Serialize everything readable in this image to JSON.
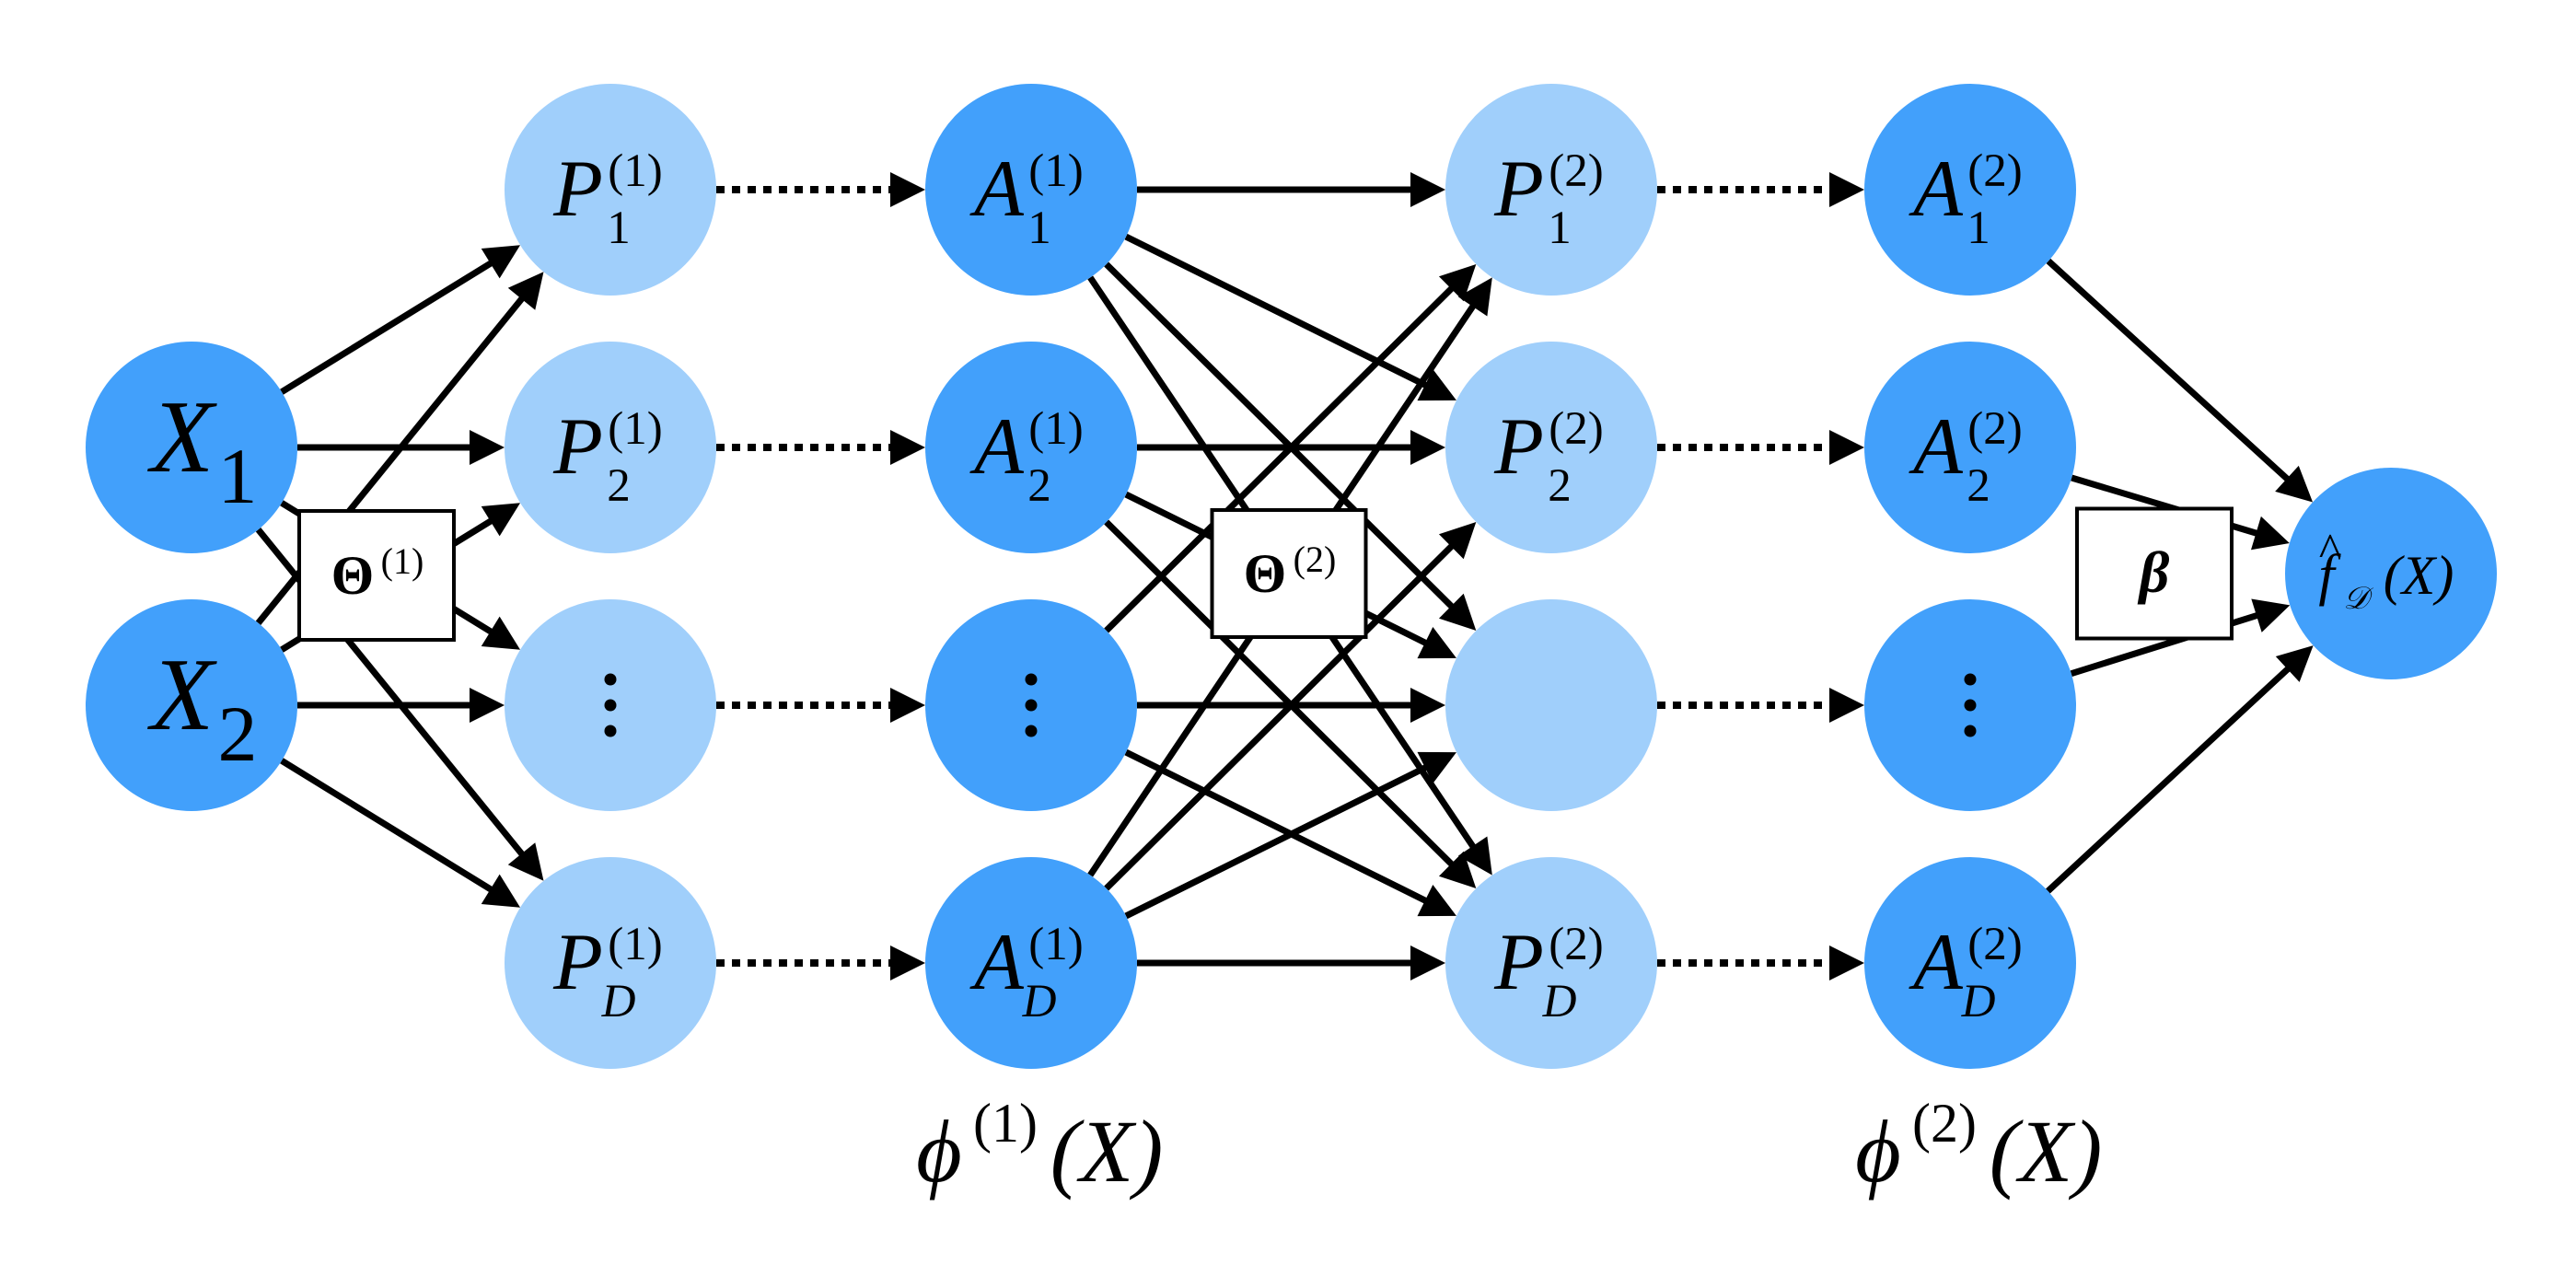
{
  "colors": {
    "dark_node": "#42a0fb",
    "light_node": "#a0cffb",
    "edge": "#000000",
    "box_fill": "#ffffff"
  },
  "inputs": [
    {
      "id": "X1",
      "main": "X",
      "sub": "1",
      "sup": "",
      "row": 1,
      "shade": "dark"
    },
    {
      "id": "X2",
      "main": "X",
      "sub": "2",
      "sup": "",
      "row": 2,
      "shade": "dark"
    }
  ],
  "layers": [
    {
      "pre": [
        {
          "id": "P1_1",
          "main": "P",
          "sub": "1",
          "sup": "(1)",
          "shade": "light"
        },
        {
          "id": "P1_2",
          "main": "P",
          "sub": "2",
          "sup": "(1)",
          "shade": "light"
        },
        {
          "id": "P1_3",
          "main": "",
          "sub": "",
          "sup": "",
          "ellipsis": true,
          "shade": "light"
        },
        {
          "id": "P1_D",
          "main": "P",
          "sub": "D",
          "sup": "(1)",
          "shade": "light"
        }
      ],
      "act": [
        {
          "id": "A1_1",
          "main": "A",
          "sub": "1",
          "sup": "(1)",
          "shade": "dark"
        },
        {
          "id": "A1_2",
          "main": "A",
          "sub": "2",
          "sup": "(1)",
          "shade": "dark"
        },
        {
          "id": "A1_3",
          "main": "",
          "sub": "",
          "sup": "",
          "ellipsis": true,
          "shade": "dark"
        },
        {
          "id": "A1_D",
          "main": "A",
          "sub": "D",
          "sup": "(1)",
          "shade": "dark"
        }
      ],
      "weights_box": {
        "symbol": "Θ",
        "sup": "(1)"
      },
      "feature_label": {
        "main": "ϕ",
        "sup": "(1)",
        "arg": "(X)"
      }
    },
    {
      "pre": [
        {
          "id": "P2_1",
          "main": "P",
          "sub": "1",
          "sup": "(2)",
          "shade": "light"
        },
        {
          "id": "P2_2",
          "main": "P",
          "sub": "2",
          "sup": "(2)",
          "shade": "light"
        },
        {
          "id": "P2_3",
          "main": "",
          "sub": "",
          "sup": "",
          "ellipsis": false,
          "shade": "light"
        },
        {
          "id": "P2_D",
          "main": "P",
          "sub": "D",
          "sup": "(2)",
          "shade": "light"
        }
      ],
      "act": [
        {
          "id": "A2_1",
          "main": "A",
          "sub": "1",
          "sup": "(2)",
          "shade": "dark"
        },
        {
          "id": "A2_2",
          "main": "A",
          "sub": "2",
          "sup": "(2)",
          "shade": "dark"
        },
        {
          "id": "A2_3",
          "main": "",
          "sub": "",
          "sup": "",
          "ellipsis": true,
          "shade": "dark"
        },
        {
          "id": "A2_D",
          "main": "A",
          "sub": "D",
          "sup": "(2)",
          "shade": "dark"
        }
      ],
      "weights_box": {
        "symbol": "Θ",
        "sup": "(2)"
      },
      "feature_label": {
        "main": "ϕ",
        "sup": "(2)",
        "arg": "(X)"
      }
    }
  ],
  "output_box": {
    "symbol": "β"
  },
  "output_node": {
    "hat": "^",
    "main": "f",
    "sub": "𝒟",
    "arg": "(X)",
    "shade": "dark"
  },
  "edges": {
    "input_to_pre1": [
      [
        "X1",
        "P1_1"
      ],
      [
        "X1",
        "P1_2"
      ],
      [
        "X1",
        "P1_3"
      ],
      [
        "X1",
        "P1_D"
      ],
      [
        "X2",
        "P1_1"
      ],
      [
        "X2",
        "P1_2"
      ],
      [
        "X2",
        "P1_3"
      ],
      [
        "X2",
        "P1_D"
      ]
    ],
    "pre1_to_act1_dotted": [
      [
        "P1_1",
        "A1_1"
      ],
      [
        "P1_2",
        "A1_2"
      ],
      [
        "P1_3",
        "A1_3"
      ],
      [
        "P1_D",
        "A1_D"
      ]
    ],
    "act1_to_pre2": [
      [
        "A1_1",
        "P2_1"
      ],
      [
        "A1_1",
        "P2_2"
      ],
      [
        "A1_1",
        "P2_3"
      ],
      [
        "A1_1",
        "P2_D"
      ],
      [
        "A1_2",
        "P2_2"
      ],
      [
        "A1_2",
        "P2_3"
      ],
      [
        "A1_2",
        "P2_D"
      ],
      [
        "A1_3",
        "P2_1"
      ],
      [
        "A1_3",
        "P2_3"
      ],
      [
        "A1_3",
        "P2_D"
      ],
      [
        "A1_D",
        "P2_1"
      ],
      [
        "A1_D",
        "P2_2"
      ],
      [
        "A1_D",
        "P2_3"
      ],
      [
        "A1_D",
        "P2_D"
      ]
    ],
    "pre2_to_act2_dotted": [
      [
        "P2_1",
        "A2_1"
      ],
      [
        "P2_2",
        "A2_2"
      ],
      [
        "P2_3",
        "A2_3"
      ],
      [
        "P2_D",
        "A2_D"
      ]
    ],
    "act2_to_output": [
      [
        "A2_1",
        "OUT"
      ],
      [
        "A2_2",
        "OUT"
      ],
      [
        "A2_3",
        "OUT"
      ],
      [
        "A2_D",
        "OUT"
      ]
    ]
  }
}
